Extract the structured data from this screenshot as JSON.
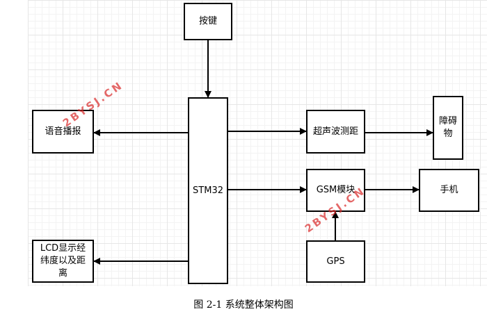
{
  "diagram": {
    "nodes": {
      "keypad": "按键",
      "stm32": "STM32",
      "voice": "语音播报",
      "lcd": "LCD显示经纬度以及距离",
      "ultrasonic": "超声波测距",
      "obstacle": "障碍物",
      "gsm": "GSM模块",
      "phone": "手机",
      "gps": "GPS"
    },
    "edges": [
      {
        "from": "keypad",
        "to": "stm32"
      },
      {
        "from": "stm32",
        "to": "voice"
      },
      {
        "from": "stm32",
        "to": "lcd"
      },
      {
        "from": "stm32",
        "to": "ultrasonic"
      },
      {
        "from": "ultrasonic",
        "to": "obstacle"
      },
      {
        "from": "stm32",
        "to": "gsm"
      },
      {
        "from": "gsm",
        "to": "phone"
      },
      {
        "from": "gps",
        "to": "gsm"
      }
    ]
  },
  "watermark": "2BYSJ.CN",
  "caption": "图 2-1 系统整体架构图"
}
